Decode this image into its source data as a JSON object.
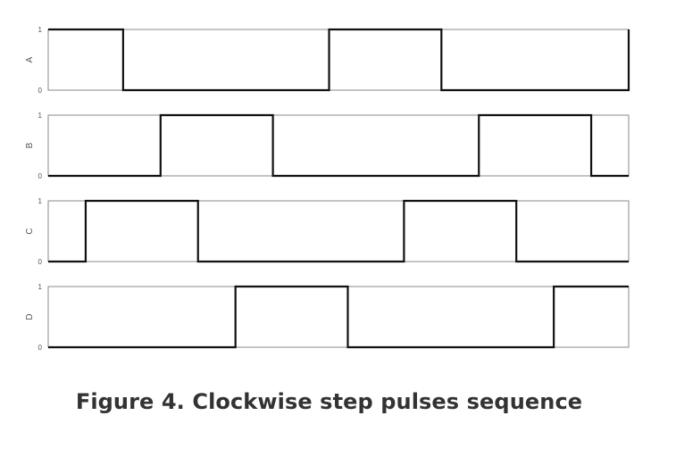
{
  "chart_data": {
    "type": "line",
    "step": true,
    "caption": "Figure 4. Clockwise step pulses sequence",
    "x": [
      0,
      1,
      2,
      3,
      4,
      5,
      6,
      7,
      8,
      9,
      10,
      11,
      12,
      13,
      14,
      15,
      16,
      17,
      18,
      19,
      20,
      21,
      22,
      23,
      24,
      25,
      26,
      27,
      28,
      29,
      30,
      31
    ],
    "xlim": [
      0,
      31
    ],
    "ylim": [
      0,
      1
    ],
    "yticks": [
      "0",
      "1"
    ],
    "grid": false,
    "legend": "none",
    "series": [
      {
        "name": "A",
        "values": [
          1,
          1,
          1,
          1,
          0,
          0,
          0,
          0,
          0,
          0,
          0,
          0,
          0,
          0,
          0,
          1,
          1,
          1,
          1,
          1,
          1,
          0,
          0,
          0,
          0,
          0,
          0,
          0,
          0,
          0,
          0,
          1
        ]
      },
      {
        "name": "B",
        "values": [
          0,
          0,
          0,
          0,
          0,
          0,
          1,
          1,
          1,
          1,
          1,
          1,
          0,
          0,
          0,
          0,
          0,
          0,
          0,
          0,
          0,
          0,
          0,
          1,
          1,
          1,
          1,
          1,
          1,
          0,
          0,
          0
        ]
      },
      {
        "name": "C",
        "values": [
          0,
          0,
          1,
          1,
          1,
          1,
          1,
          1,
          0,
          0,
          0,
          0,
          0,
          0,
          0,
          0,
          0,
          0,
          0,
          1,
          1,
          1,
          1,
          1,
          1,
          0,
          0,
          0,
          0,
          0,
          0,
          0
        ]
      },
      {
        "name": "D",
        "values": [
          0,
          0,
          0,
          0,
          0,
          0,
          0,
          0,
          0,
          0,
          1,
          1,
          1,
          1,
          1,
          1,
          0,
          0,
          0,
          0,
          0,
          0,
          0,
          0,
          0,
          0,
          0,
          1,
          1,
          1,
          1,
          1
        ]
      }
    ]
  }
}
